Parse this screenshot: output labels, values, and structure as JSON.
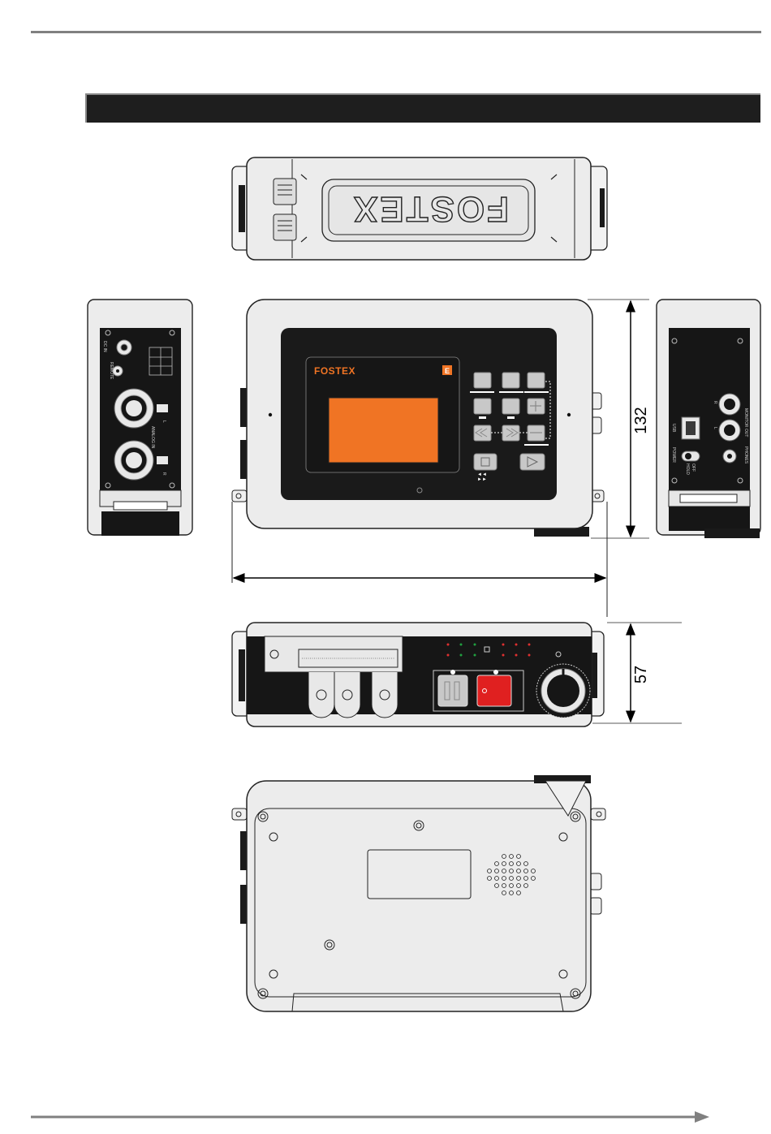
{
  "section_header": "",
  "brand": {
    "logo_text": "FOSTEX",
    "faceplate_logo": "FOSTEX"
  },
  "dimensions": {
    "height_label": "132",
    "depth_label": "57"
  },
  "side_left_labels": {
    "analog_in": "ANALOG IN",
    "remote": "REMOTE",
    "dc_in": "DC IN",
    "channel_l": "L",
    "channel_r": "R"
  },
  "side_right_labels": {
    "usb": "USB",
    "power": "POWER",
    "hold": "HOLD",
    "off": "OFF",
    "monitor_out": "MONITOR OUT",
    "phones": "PHONES",
    "channel_l": "L",
    "channel_r": "R"
  },
  "colors": {
    "lcd": "#f07424",
    "rec_button": "#e02020",
    "panel": "#1a1a1a",
    "body": "#ebebeb",
    "led_red": "#e03030",
    "led_green": "#20a040"
  },
  "icons": {
    "rewind": "rewind-icon",
    "fast_forward": "fast-forward-icon",
    "stop": "stop-icon",
    "play": "play-icon",
    "pause": "pause-icon",
    "record": "record-icon",
    "plus": "plus-icon",
    "minus": "minus-icon",
    "prev": "skip-previous-icon",
    "next": "skip-next-icon"
  }
}
